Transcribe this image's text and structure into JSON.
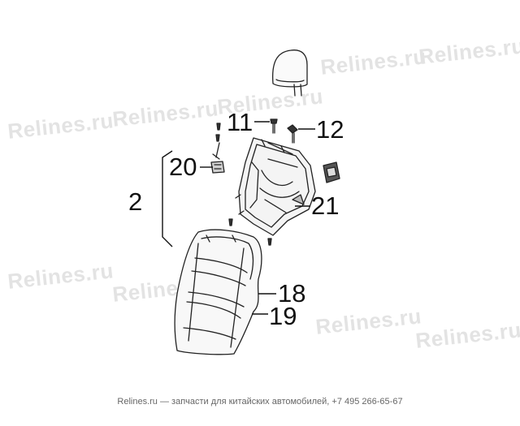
{
  "watermark": "Relines.ru",
  "callouts": {
    "c2": "2",
    "c11": "11",
    "c12": "12",
    "c18": "18",
    "c19": "19",
    "c20": "20",
    "c21": "21"
  },
  "footer": "Relines.ru — запчасти для китайских автомобилей, +7 495 266-65-67"
}
